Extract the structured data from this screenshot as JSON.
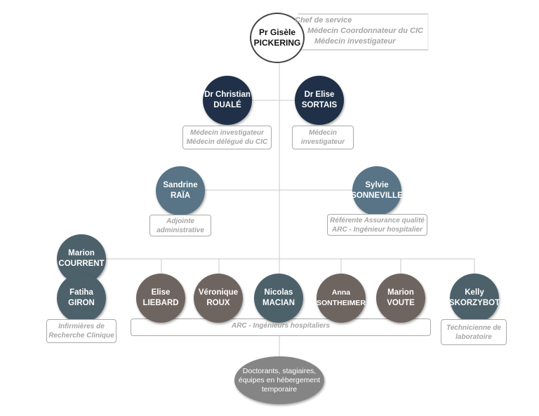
{
  "root": {
    "name_line1": "Pr Gisèle",
    "name_line2": "PICKERING",
    "roles": [
      "Chef de service",
      "Médecin Coordonnateur du CIC",
      "Médecin investigateur"
    ]
  },
  "level2": [
    {
      "line1": "Dr Christian",
      "line2": "DUALÉ",
      "roles": [
        "Médecin investigateur",
        "Médecin délégué du CIC"
      ]
    },
    {
      "line1": "Dr Elise",
      "line2": "SORTAIS",
      "roles": [
        "Médecin",
        "investigateur"
      ]
    }
  ],
  "level3": [
    {
      "line1": "Sandrine",
      "line2": "RAÏA",
      "roles": [
        "Adjointe",
        "administrative"
      ]
    },
    {
      "line1": "Sylvie",
      "line2": "SONNEVILLE",
      "roles": [
        "Référente Assurance qualité",
        "ARC - Ingénieur hospitalier"
      ]
    }
  ],
  "nurses": {
    "people": [
      {
        "line1": "Marion",
        "line2": "COURRENT"
      },
      {
        "line1": "Fatiha",
        "line2": "GIRON"
      }
    ],
    "roles": [
      "Infirmières de",
      "Recherche Clinique"
    ]
  },
  "arc": {
    "people": [
      {
        "line1": "Elise",
        "line2": "LIEBARD"
      },
      {
        "line1": "Véronique",
        "line2": "ROUX"
      },
      {
        "line1": "Nicolas",
        "line2": "MACIAN"
      },
      {
        "line1": "Anna",
        "line2": "SONTHEIMER"
      },
      {
        "line1": "Marion",
        "line2": "VOUTE"
      }
    ],
    "role": "ARC - Ingénieurs hospitaliers"
  },
  "lab": {
    "line1": "Kelly",
    "line2": "SKORZYBOT",
    "roles": [
      "Technicienne de",
      "laboratoire"
    ]
  },
  "footer": {
    "lines": [
      "Doctorants, stagiaires,",
      "équipes en hébergement",
      "temporaire"
    ]
  },
  "colors": {
    "navy": "#1f3048",
    "slate": "#587486",
    "taupe": "#6f6560",
    "role_text": "#a6a6a6"
  }
}
